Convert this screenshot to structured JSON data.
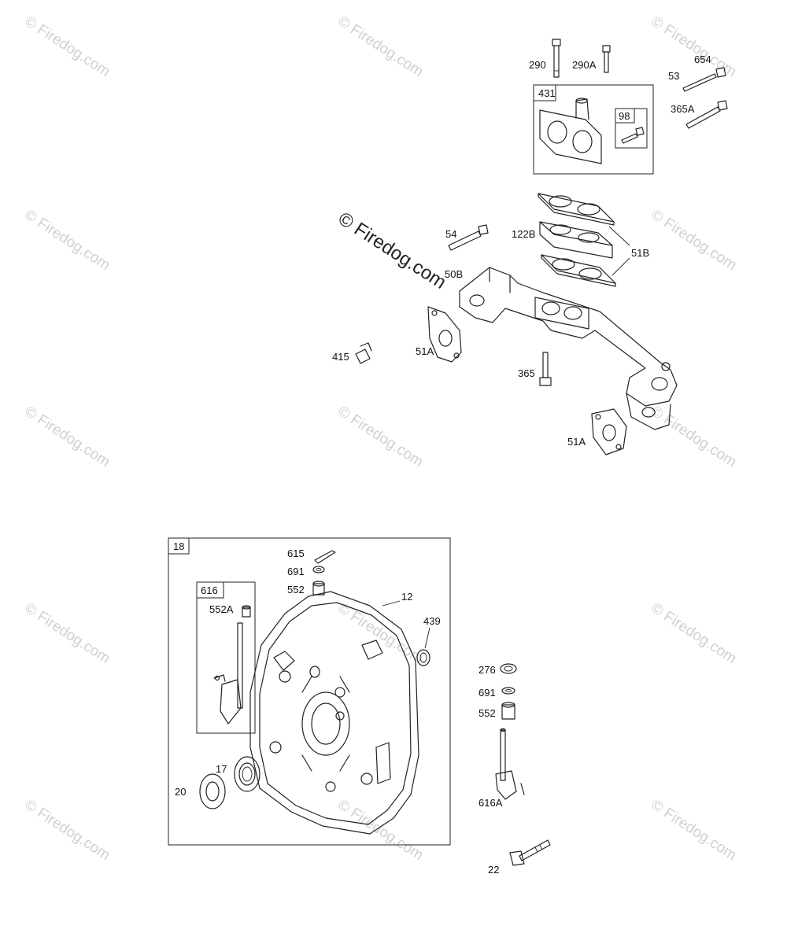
{
  "watermark": {
    "text": "© Firedog.com",
    "main_text": "© Firedog.com"
  },
  "callouts": {
    "c290": "290",
    "c290A": "290A",
    "c654": "654",
    "c53": "53",
    "c431": "431",
    "c98": "98",
    "c365A": "365A",
    "c54": "54",
    "c122B": "122B",
    "c51B": "51B",
    "c50B": "50B",
    "c51A_top": "51A",
    "c415": "415",
    "c365": "365",
    "c51A_bottom": "51A",
    "c18": "18",
    "c615": "615",
    "c691_left": "691",
    "c552_left": "552",
    "c12": "12",
    "c616": "616",
    "c552A": "552A",
    "c439": "439",
    "c276": "276",
    "c691_right": "691",
    "c552_right": "552",
    "c17": "17",
    "c20": "20",
    "c616A": "616A",
    "c22": "22"
  }
}
